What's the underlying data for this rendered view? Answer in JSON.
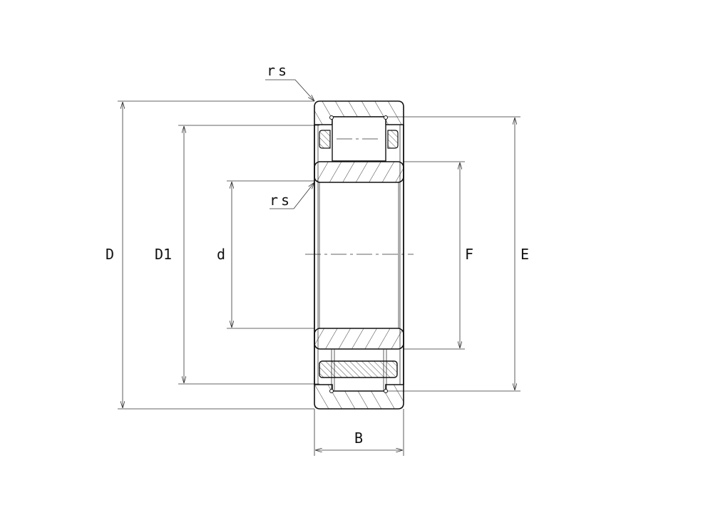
{
  "title": "Cylindrical roller bearing dimension drawing",
  "labels": {
    "D": "D",
    "D1": "D1",
    "d": "d",
    "F": "F",
    "E": "E",
    "B": "B",
    "rs_outer": "rs",
    "rs_inner": "rs"
  },
  "colors": {
    "line": "#111111",
    "background": "#ffffff"
  }
}
